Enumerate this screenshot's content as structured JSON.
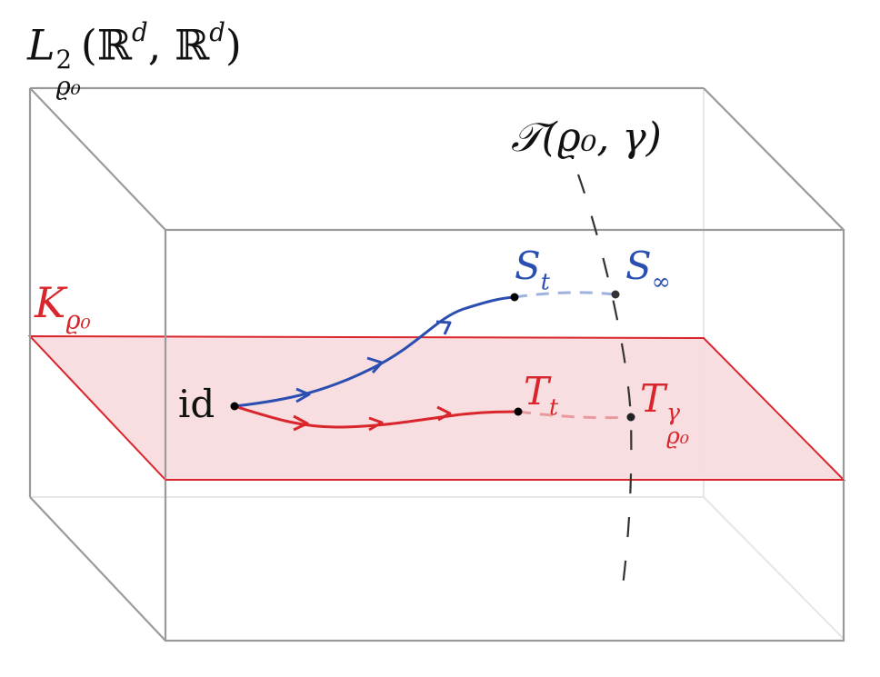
{
  "title": {
    "space_symbol": "L",
    "space_sup": "2",
    "space_sub": "ϱ₀",
    "space_args": "(ℝ",
    "arg_sup1": "d",
    "comma": ", ℝ",
    "arg_sup2": "d",
    "close": ")"
  },
  "manifold_label": {
    "symbol": "𝒯",
    "args": "(ϱ₀, γ)"
  },
  "plane_label": {
    "symbol": "K",
    "sub": "ϱ₀"
  },
  "points": {
    "identity": "id",
    "s_t": {
      "symbol": "S",
      "sub": "t"
    },
    "s_inf": {
      "symbol": "S",
      "sub": "∞"
    },
    "t_t": {
      "symbol": "T",
      "sub": "t"
    },
    "t_opt": {
      "symbol": "T",
      "sup": "γ",
      "sub": "ϱ₀"
    }
  },
  "colors": {
    "blue_path": "#2b4fb0",
    "red_path": "#d9262c",
    "plane_fill": "#f8dcdf",
    "box_edge": "#9a9a9a",
    "hidden_edge": "#e4e4e4",
    "dashed_curve": "#333333"
  }
}
